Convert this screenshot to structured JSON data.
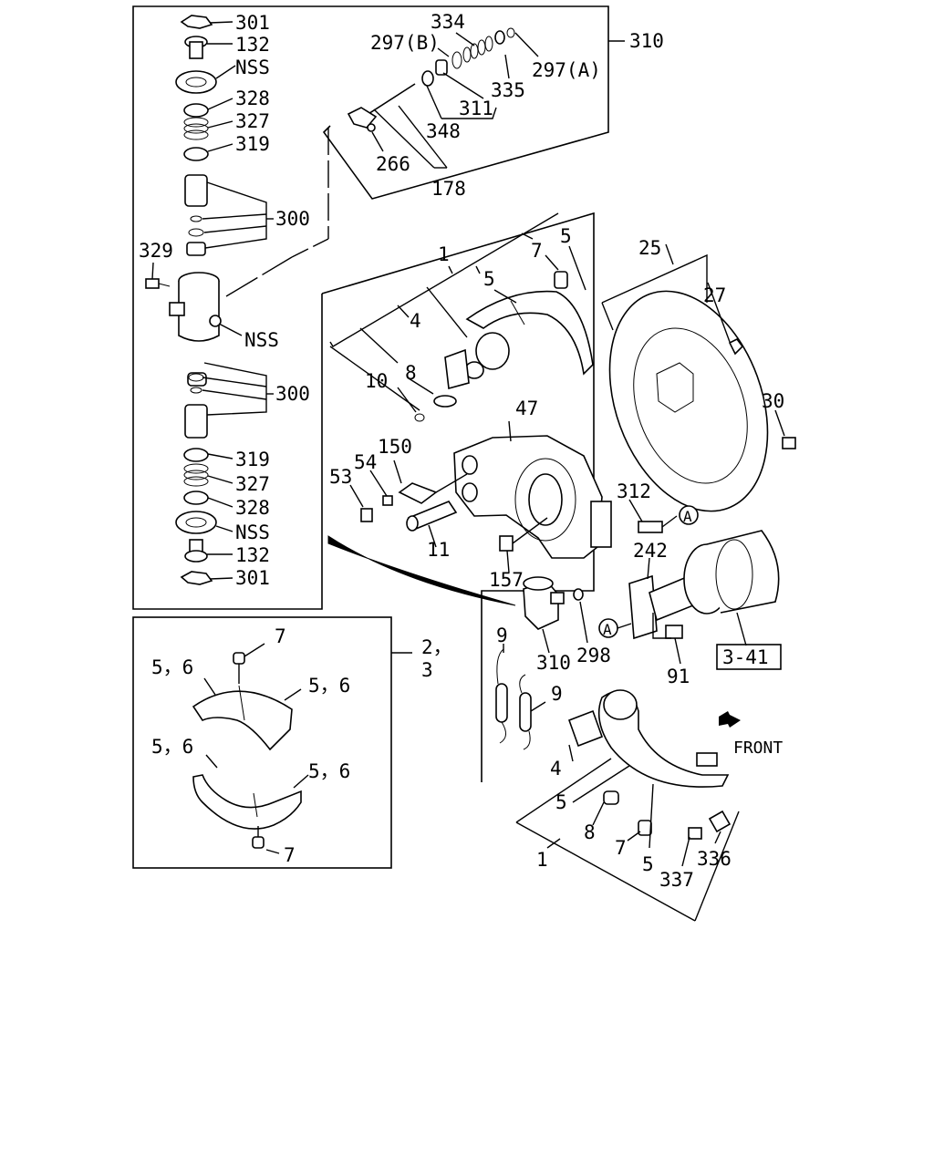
{
  "labels": {
    "l301a": "301",
    "l132a": "132",
    "lnssa": "NSS",
    "l328a": "328",
    "l327a": "327",
    "l319a": "319",
    "l300a": "300",
    "l329": "329",
    "lnssb": "NSS",
    "l300b": "300",
    "l319b": "319",
    "l327b": "327",
    "l328b": "328",
    "lnssc": "NSS",
    "l132b": "132",
    "l301b": "301",
    "l334": "334",
    "l297b": "297(B)",
    "l310top": "310",
    "l297a": "297(A)",
    "l335": "335",
    "l311": "311",
    "l348": "348",
    "l266": "266",
    "l178": "178",
    "l1top": "1",
    "l7top": "7",
    "l5topa": "5",
    "l5topb": "5",
    "l4top": "4",
    "l8top": "8",
    "l10": "10",
    "l25": "25",
    "l27": "27",
    "l30": "30",
    "l47": "47",
    "l150": "150",
    "l54": "54",
    "l53": "53",
    "l11": "11",
    "l312": "312",
    "l157": "157",
    "l242": "242",
    "l310mid": "310",
    "l298": "298",
    "l91": "91",
    "l341": "3-41",
    "lA1": "A",
    "lA2": "A",
    "l9a": "9",
    "l9b": "9",
    "lfront": "FRONT",
    "l4bot": "4",
    "l5bota": "5",
    "l8bot": "8",
    "l1bot": "1",
    "l7bot": "7",
    "l5botb": "5",
    "l337": "337",
    "l336": "336",
    "l7insa": "7",
    "l56a": "5，6",
    "l56b": "5，6",
    "l23a": "2，",
    "l23b": "3",
    "l56c": "5，6",
    "l56d": "5，6",
    "l7insb": "7"
  }
}
